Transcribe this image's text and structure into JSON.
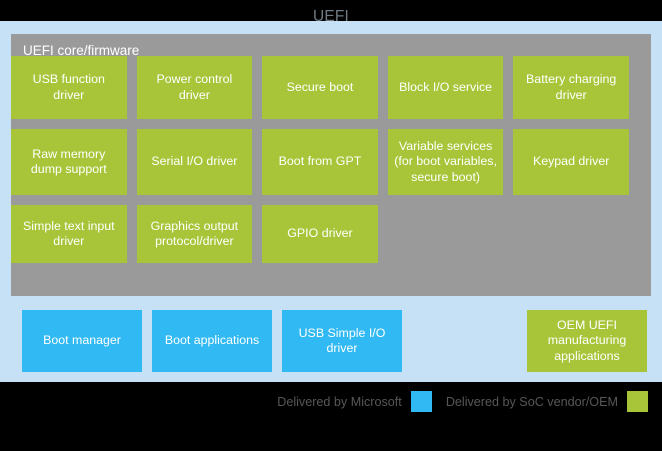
{
  "diagram": {
    "title": "UEFI",
    "core_panel_label": "UEFI core/firmware",
    "colors": {
      "background": "#c6e0f5",
      "panel_grey": "#9a9a9a",
      "microsoft_blue": "#30b9f2",
      "soc_vendor_green": "#a8c539",
      "band_black": "#000000",
      "title_grey": "#6f7c85"
    },
    "core_grid": {
      "rows": [
        {
          "cells": [
            {
              "label": "USB function driver",
              "color": "green"
            },
            {
              "label": "Power control driver",
              "color": "green"
            },
            {
              "label": "Secure boot",
              "color": "green"
            },
            {
              "label": "Block I/O service",
              "color": "green"
            },
            {
              "label": "Battery charging driver",
              "color": "green"
            }
          ]
        },
        {
          "cells": [
            {
              "label": "Raw memory dump support",
              "color": "green"
            },
            {
              "label": "Serial I/O driver",
              "color": "green"
            },
            {
              "label": "Boot from GPT",
              "color": "green"
            },
            {
              "label": "Variable services (for boot variables, secure boot)",
              "color": "green"
            },
            {
              "label": "Keypad driver",
              "color": "green"
            }
          ]
        },
        {
          "cells": [
            {
              "label": "Simple text input driver",
              "color": "green"
            },
            {
              "label": "Graphics output protocol/driver",
              "color": "green"
            },
            {
              "label": "GPIO driver",
              "color": "green"
            },
            {
              "label": "",
              "color": "empty"
            },
            {
              "label": "",
              "color": "empty"
            }
          ]
        }
      ]
    },
    "bottom_row": {
      "cells": [
        {
          "label": "Boot manager",
          "color": "blue"
        },
        {
          "label": "Boot applications",
          "color": "blue"
        },
        {
          "label": "USB Simple I/O driver",
          "color": "blue"
        }
      ],
      "oem": {
        "label": "OEM UEFI manufacturing applications",
        "color": "green"
      }
    },
    "legend": {
      "items": [
        {
          "label": "Delivered by Microsoft",
          "color": "blue"
        },
        {
          "label": "Delivered by SoC vendor/OEM",
          "color": "green"
        }
      ]
    }
  }
}
